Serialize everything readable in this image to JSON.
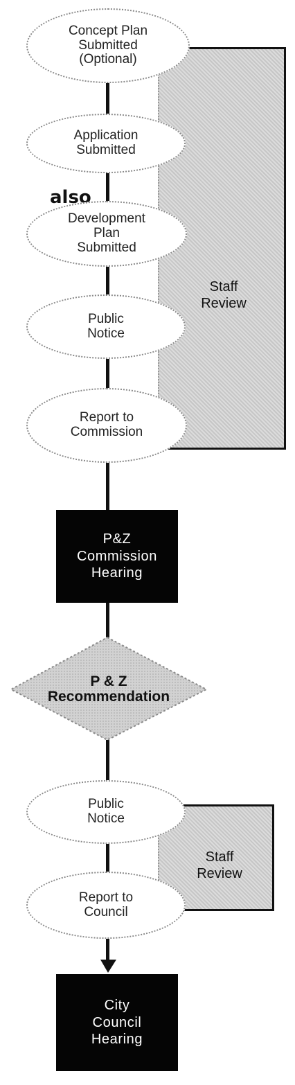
{
  "nodes": {
    "concept_plan": "Concept Plan\nSubmitted\n(Optional)",
    "application": "Application\nSubmitted",
    "development_plan": "Development\nPlan\nSubmitted",
    "public_notice_1": "Public\nNotice",
    "report_commission": "Report to\nCommission",
    "pz_hearing": "P&Z\nCommission\nHearing",
    "pz_recommendation": "P & Z\nRecommendation",
    "public_notice_2": "Public\nNotice",
    "report_council": "Report to\nCouncil",
    "council_hearing": "City\nCouncil\nHearing"
  },
  "also_label": "also",
  "staff_review_1": "Staff\nReview",
  "staff_review_2": "Staff\nReview"
}
